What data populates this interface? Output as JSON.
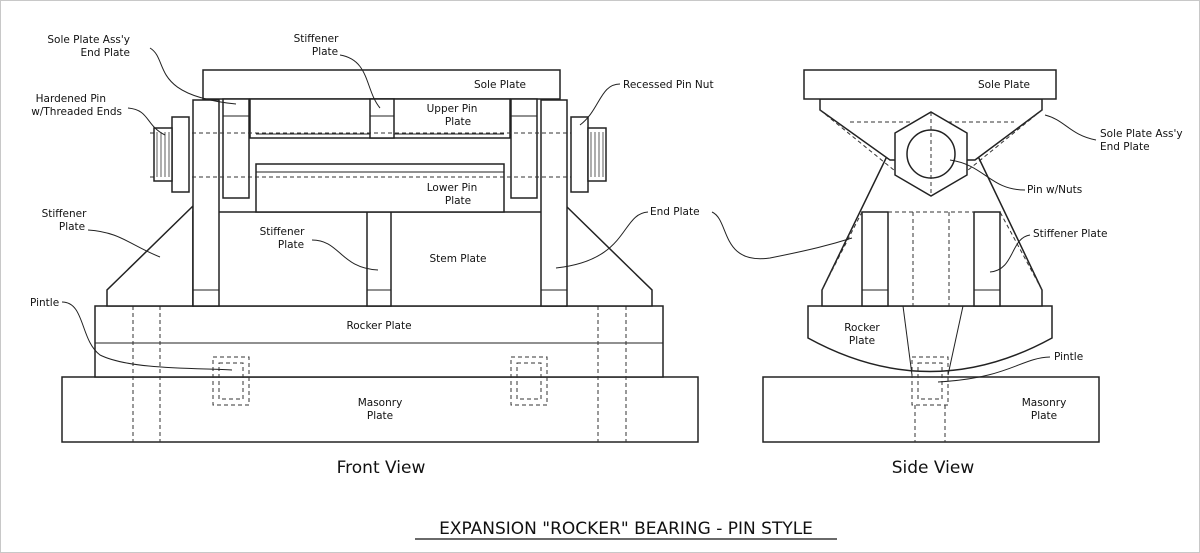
{
  "title": "EXPANSION \"ROCKER\" BEARING - PIN STYLE",
  "views": {
    "front": "Front View",
    "side": "Side View"
  },
  "front_labels": {
    "sole_plate_assy_1": "Sole Plate Ass'y",
    "sole_plate_assy_2": "End Plate",
    "hardened_pin_1": "Hardened Pin",
    "hardened_pin_2": "w/Threaded Ends",
    "stiffener_top_1": "Stiffener",
    "stiffener_top_2": "Plate",
    "sole_plate": "Sole Plate",
    "recessed_pin_nut": "Recessed Pin Nut",
    "upper_pin_1": "Upper Pin",
    "upper_pin_2": "Plate",
    "lower_pin_1": "Lower Pin",
    "lower_pin_2": "Plate",
    "stiffener_left_1": "Stiffener",
    "stiffener_left_2": "Plate",
    "stiffener_mid_1": "Stiffener",
    "stiffener_mid_2": "Plate",
    "stem_plate": "Stem Plate",
    "end_plate": "End Plate",
    "pintle": "Pintle",
    "rocker_plate": "Rocker Plate",
    "masonry_1": "Masonry",
    "masonry_2": "Plate"
  },
  "side_labels": {
    "sole_plate": "Sole Plate",
    "sole_plate_assy_1": "Sole Plate Ass'y",
    "sole_plate_assy_2": "End Plate",
    "pin_nuts": "Pin w/Nuts",
    "stiffener_plate": "Stiffener Plate",
    "rocker_1": "Rocker",
    "rocker_2": "Plate",
    "pintle": "Pintle",
    "masonry_1": "Masonry",
    "masonry_2": "Plate"
  }
}
